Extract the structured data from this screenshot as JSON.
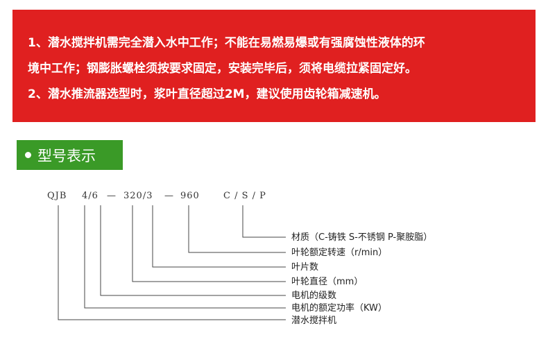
{
  "notice": {
    "line1": "1、潜水搅拌机需完全潜入水中工作；不能在易燃易爆或有强腐蚀性液体的环",
    "line2": "境中工作；钢膨胀螺栓须按要求固定，安装完毕后，须将电缆拉紧固定好。",
    "line3": "2、潜水推流器选型时，浆叶直径超过2M，建议使用齿轮箱减速机。"
  },
  "section": {
    "title": "型号表示"
  },
  "model_code": {
    "qjb": "QJB",
    "poles": "4/6",
    "dash1": "—",
    "diameter": "320/3",
    "dash2": "—",
    "speed": "960",
    "material": "C / S / P"
  },
  "labels": [
    "材质（C-铸铁  S-不锈钢  P-聚胺脂）",
    "叶轮额定转速（r/min）",
    "叶片数",
    "叶轮直径（mm）",
    "电机的级数",
    "电机的额定功率（KW）",
    "潜水搅拌机"
  ],
  "colors": {
    "notice_bg": "#e02020",
    "tag_bg": "#3a9a27",
    "line": "#444444"
  }
}
